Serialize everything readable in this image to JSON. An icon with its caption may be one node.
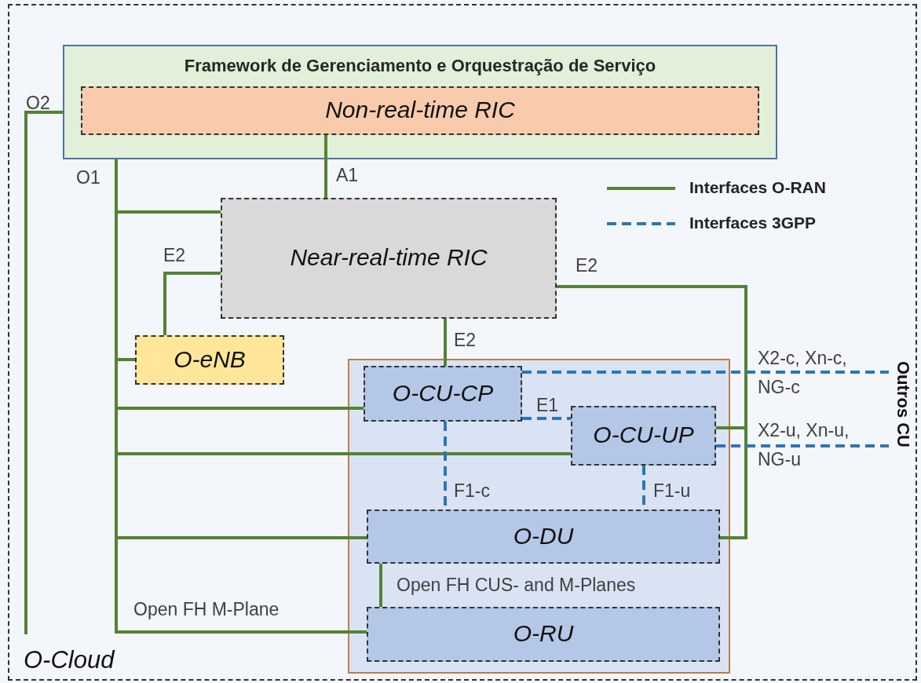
{
  "diagram": {
    "nodes": [
      {
        "text": [
          "O-Cloud"
        ]
      },
      {
        "text": [
          "Framework de Gerenciamento e Orquestração de Serviço"
        ],
        "in": 0
      },
      {
        "text": [
          "Non-real-time RIC"
        ],
        "in": 1
      },
      {
        "text": [
          "Near-real-time RIC"
        ],
        "in": 0
      },
      {
        "text": [
          "O-eNB"
        ],
        "in": 0
      },
      {
        "text": [],
        "shape": "box",
        "in": 0
      },
      {
        "text": [
          "O-CU-CP"
        ],
        "in": 5
      },
      {
        "text": [
          "O-CU-UP"
        ],
        "in": 5
      },
      {
        "text": [
          "O-DU"
        ],
        "in": 5
      },
      {
        "text": [
          "O-RU"
        ],
        "in": 5
      },
      {
        "text": [
          "Outros CU"
        ],
        "in": 0
      }
    ],
    "edges": [
      {
        "from": 1,
        "to": 0,
        "arrow": "none",
        "label": "O2"
      },
      {
        "from": 1,
        "to": 3,
        "arrow": "none",
        "label": "O1"
      },
      {
        "from": 1,
        "to": 4,
        "arrow": "none"
      },
      {
        "from": 1,
        "to": 6,
        "arrow": "none"
      },
      {
        "from": 1,
        "to": 7,
        "arrow": "none"
      },
      {
        "from": 1,
        "to": 8,
        "arrow": "none"
      },
      {
        "from": 1,
        "to": 9,
        "arrow": "none",
        "label": "Open FH M-Plane"
      },
      {
        "from": 2,
        "to": 3,
        "arrow": "none",
        "label": "A1"
      },
      {
        "from": 3,
        "to": 4,
        "arrow": "none",
        "label": "E2"
      },
      {
        "from": 3,
        "to": 6,
        "arrow": "none",
        "label": "E2"
      },
      {
        "from": 3,
        "to": 7,
        "arrow": "none",
        "label": "E2"
      },
      {
        "from": 3,
        "to": 8,
        "arrow": "none"
      },
      {
        "from": 6,
        "to": 7,
        "arrow": "none",
        "label": "E1",
        "style": "dashed",
        "color": "#2e75b6"
      },
      {
        "from": 6,
        "to": 8,
        "arrow": "none",
        "label": "F1-c",
        "style": "dashed",
        "color": "#2e75b6"
      },
      {
        "from": 7,
        "to": 8,
        "arrow": "none",
        "label": "F1-u",
        "style": "dashed",
        "color": "#2e75b6"
      },
      {
        "from": 8,
        "to": 9,
        "arrow": "none",
        "label": "Open FH CUS- and M-Planes"
      },
      {
        "from": 6,
        "to": 10,
        "arrow": "none",
        "label": "X2-c, Xn-c, NG-c",
        "style": "dashed",
        "color": "#2e75b6"
      },
      {
        "from": 7,
        "to": 10,
        "arrow": "none",
        "label": "X2-u, Xn-u, NG-u",
        "style": "dashed",
        "color": "#2e75b6"
      }
    ],
    "legend": [
      {
        "text": "Interfaces O-RAN"
      },
      {
        "text": "Interfaces 3GPP"
      }
    ]
  }
}
